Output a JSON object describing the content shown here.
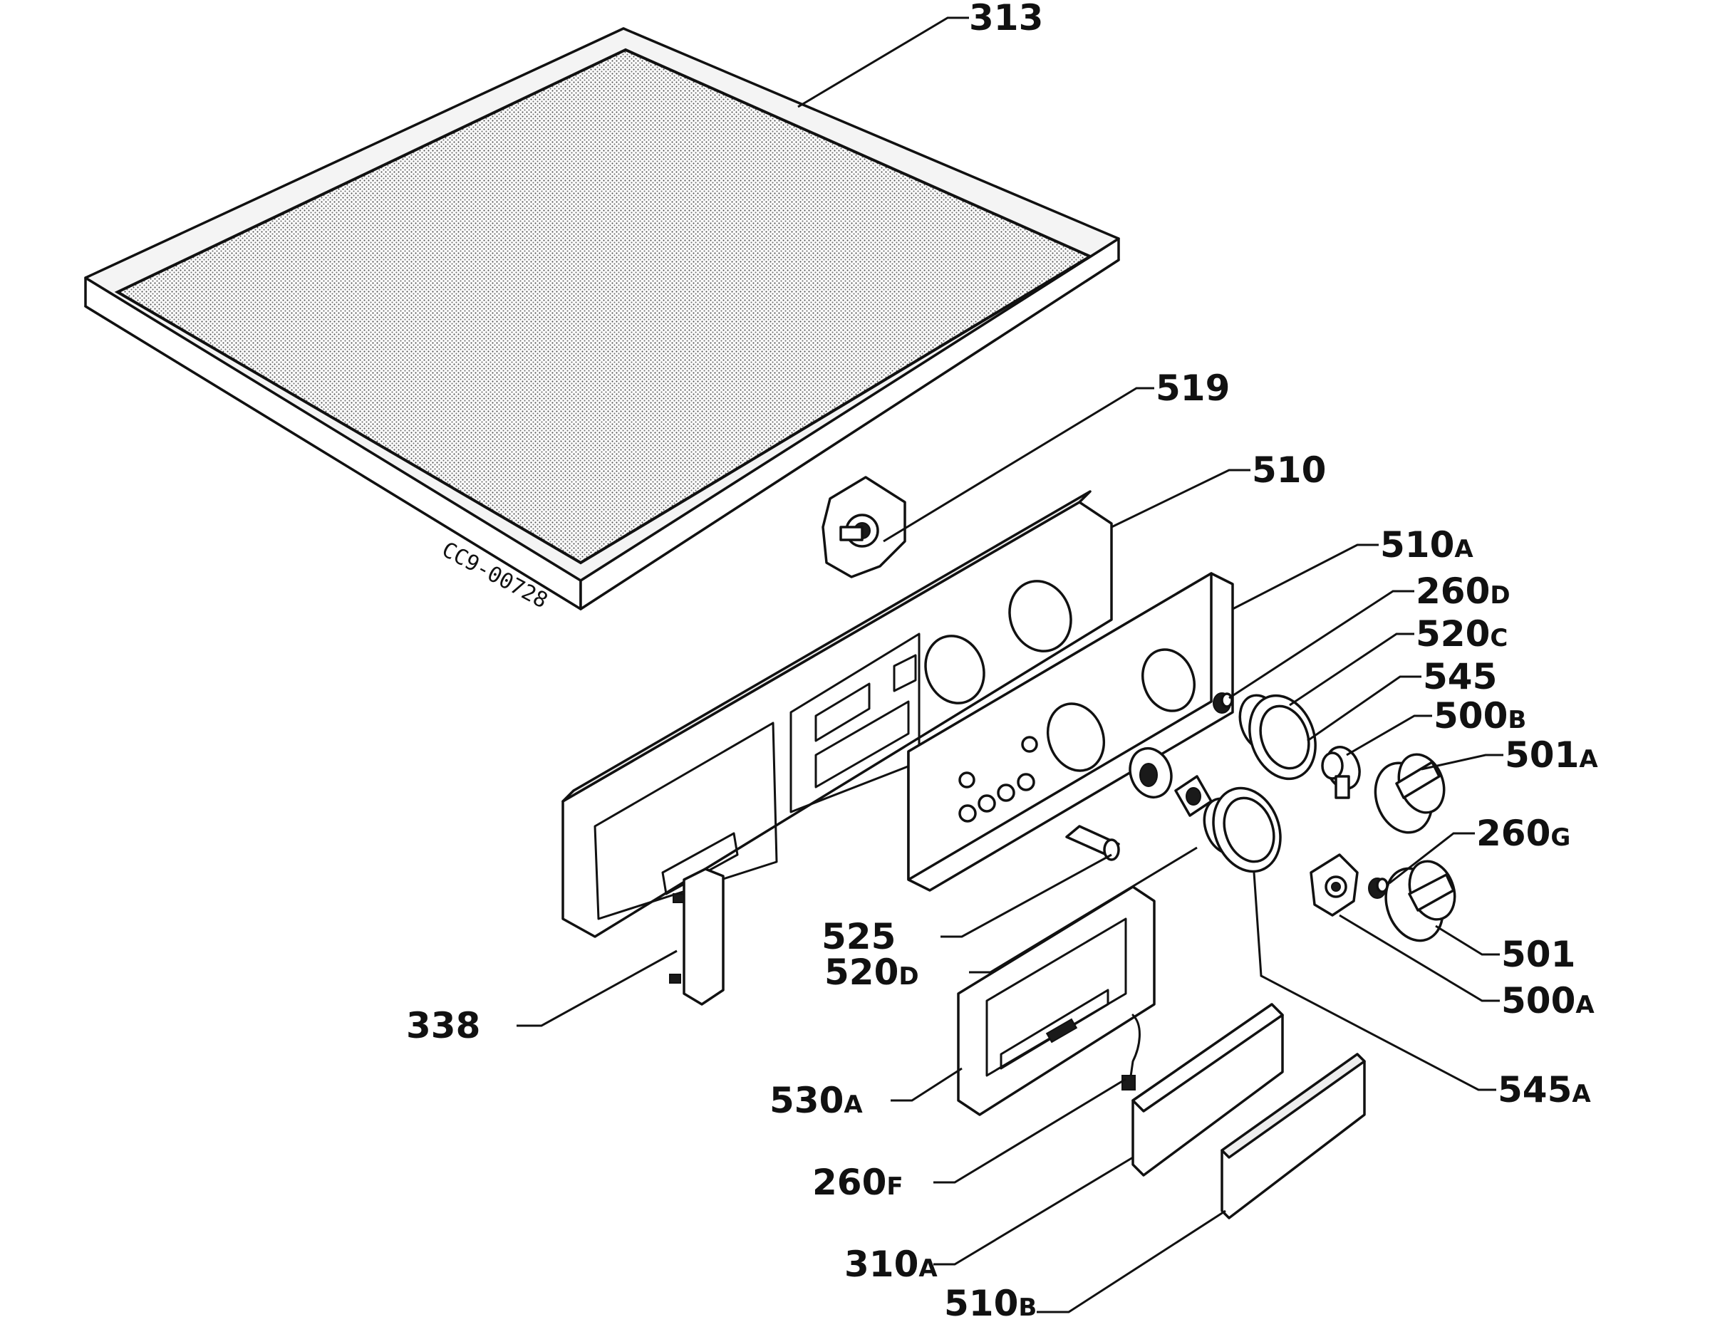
{
  "drawing_code": "CC9-00728",
  "callouts": [
    {
      "num": "313",
      "suffix": ""
    },
    {
      "num": "519",
      "suffix": ""
    },
    {
      "num": "510",
      "suffix": ""
    },
    {
      "num": "510",
      "suffix": "A"
    },
    {
      "num": "260",
      "suffix": "D"
    },
    {
      "num": "520",
      "suffix": "C"
    },
    {
      "num": "545",
      "suffix": ""
    },
    {
      "num": "500",
      "suffix": "B"
    },
    {
      "num": "501",
      "suffix": "A"
    },
    {
      "num": "260",
      "suffix": "G"
    },
    {
      "num": "525",
      "suffix": ""
    },
    {
      "num": "520",
      "suffix": "D"
    },
    {
      "num": "501",
      "suffix": ""
    },
    {
      "num": "500",
      "suffix": "A"
    },
    {
      "num": "338",
      "suffix": ""
    },
    {
      "num": "545",
      "suffix": "A"
    },
    {
      "num": "530",
      "suffix": "A"
    },
    {
      "num": "260",
      "suffix": "F"
    },
    {
      "num": "310",
      "suffix": "A"
    },
    {
      "num": "510",
      "suffix": "B"
    }
  ]
}
